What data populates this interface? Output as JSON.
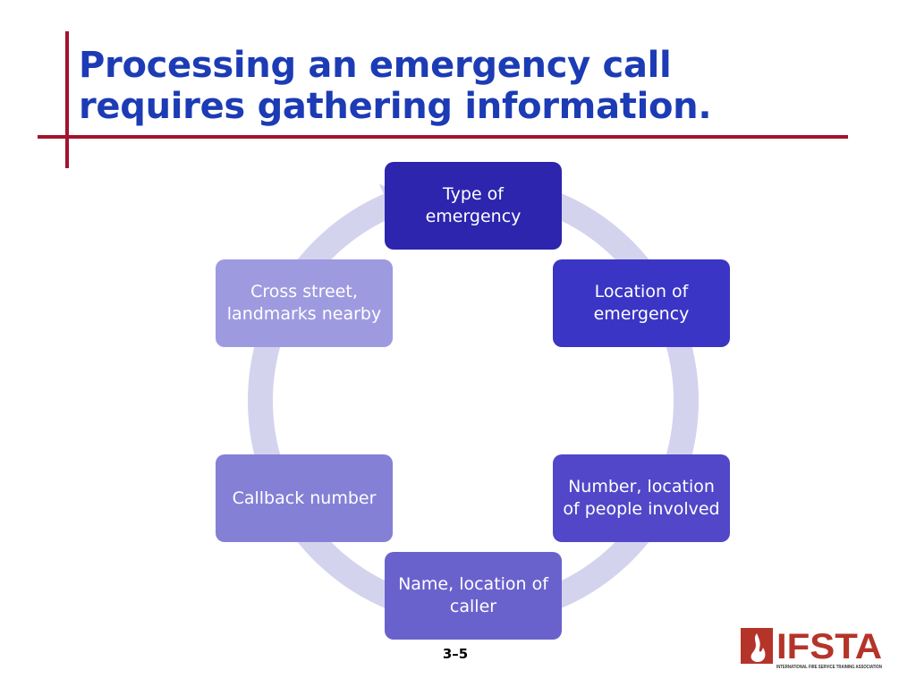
{
  "title": {
    "line1": "Processing an emergency call",
    "line2": "requires gathering information."
  },
  "cycle": {
    "nodes": [
      {
        "label": "Type of emergency",
        "color": "#2d25ad"
      },
      {
        "label": "Location of emergency",
        "color": "#3a35c4"
      },
      {
        "label": "Number, location of people involved",
        "color": "#5147c8"
      },
      {
        "label": "Name, location of caller",
        "color": "#6a62cc"
      },
      {
        "label": "Callback number",
        "color": "#8480d6"
      },
      {
        "label": "Cross street, landmarks nearby",
        "color": "#9e9ae0"
      }
    ],
    "ring_color": "#d4d3ee"
  },
  "slide_number": "3–5",
  "logo": {
    "text": "IFSTA",
    "tagline": "INTERNATIONAL FIRE SERVICE TRAINING ASSOCIATION",
    "color": "#b5342a"
  }
}
